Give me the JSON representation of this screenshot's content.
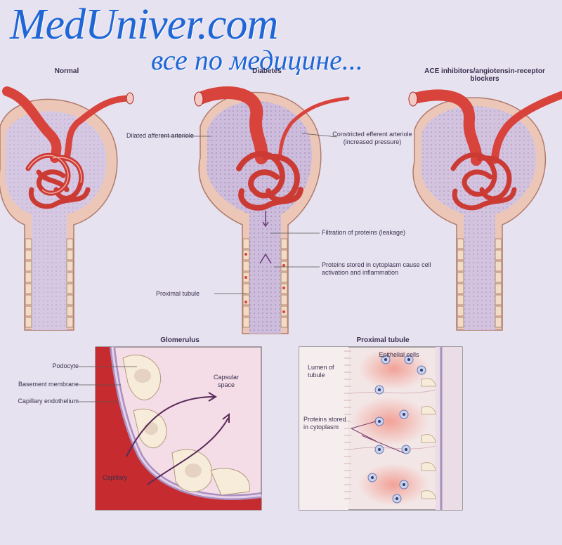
{
  "watermark": {
    "site": "MedUniver.com",
    "tagline": "все по медицине..."
  },
  "columns": {
    "normal": "Normal",
    "diabetes": "Diabetes",
    "ace": "ACE inhibitors/angiotensin-receptor blockers"
  },
  "callouts": {
    "dilated_afferent": "Dilated afferent arteriole",
    "constricted_efferent": "Constricted efferent arteriole (increased pressure)",
    "filtration_protein": "Filtration of proteins (leakage)",
    "proteins_cytoplasm": "Proteins stored in cytoplasm cause cell activation and inflammation",
    "proximal_tubule": "Proximal tubule"
  },
  "glomerulus_panel": {
    "title": "Glomerulus",
    "podocyte": "Podocyte",
    "basement_membrane": "Basement membrane",
    "capillary_endothelium": "Capillary endothelium",
    "capsular_space": "Capsular space",
    "capillary": "Capillary"
  },
  "tubule_panel": {
    "title": "Proximal tubule",
    "lumen": "Lumen of tubule",
    "epithelial_cells": "Epithelial cells",
    "proteins_stored": "Proteins stored in cytoplasm"
  },
  "colors": {
    "background": "#e7e2ef",
    "vessel": "#d8433c",
    "vessel_dark": "#a92a2a",
    "capsule": "#ecc7b8",
    "capsule_inner": "#c9b7d6",
    "watermark": "#1f66d6"
  }
}
